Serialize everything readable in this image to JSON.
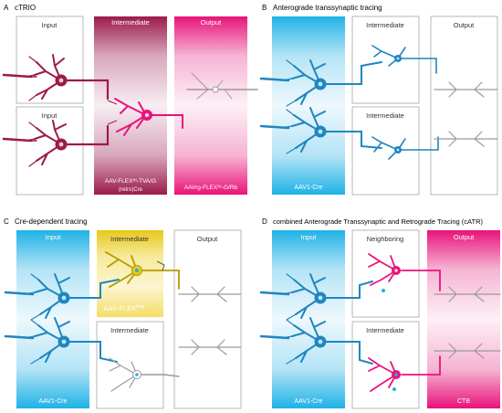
{
  "panels": {
    "A": {
      "letter": "A",
      "title": "cTRIO",
      "input1": "Input",
      "input2": "Input",
      "middle": "Intermediate",
      "right": "Output",
      "middle_label_1": "AAV-FLEXᶠʳᵗ-TVA/G",
      "middle_label_2": "(retro)Cre",
      "right_label": "AAVrg-FLEXᶠʳᵗ-G/Rb"
    },
    "B": {
      "letter": "B",
      "title": "Anterograde transsynaptic tracing",
      "left": "",
      "middle1": "Intermediate",
      "middle2": "Intermediate",
      "right": "Output",
      "left_label": "AAV1-Cre"
    },
    "C": {
      "letter": "C",
      "title": "Cre-dependent tracing",
      "left": "Input",
      "middle1": "Intermediate",
      "middle2": "Intermediate",
      "right": "Output",
      "left_label": "AAV1-Cre",
      "middle_label": "AAV-FLEX",
      "middle_label_sup": "loxp"
    },
    "D": {
      "letter": "D",
      "title": "combined Anterograde Transsynaptic and Retrograde Tracing (cATR)",
      "left": "Input",
      "middle1": "Neighboring",
      "middle2": "Intermediate",
      "right": "Output",
      "left_label": "AAV1-Cre",
      "right_label": "CTB"
    }
  },
  "colors": {
    "crimson": "#9b1b4a",
    "magenta": "#e8137a",
    "blue": "#1f86c0",
    "cyan": "#1fb2e6",
    "yellow": "#e8c81a",
    "gray": "#9a9a9a",
    "darkgray": "#555555"
  }
}
